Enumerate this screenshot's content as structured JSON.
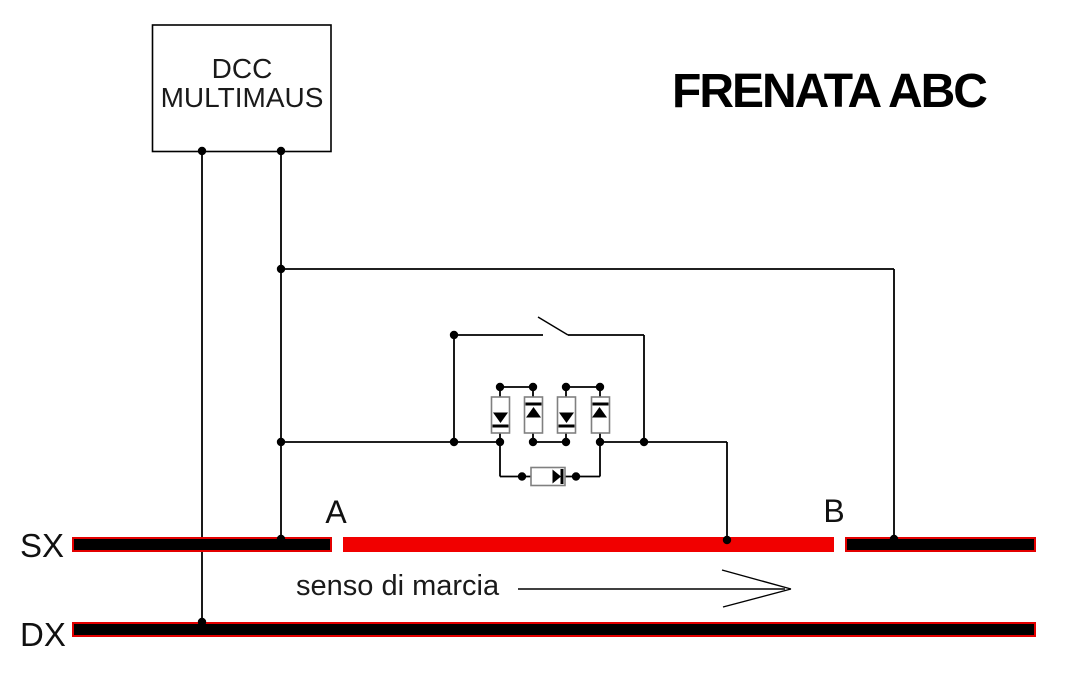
{
  "title": "FRENATA ABC",
  "device_box": {
    "line1": "DCC",
    "line2": "MULTIMAUS"
  },
  "rails": {
    "sx_label": "SX",
    "dx_label": "DX",
    "section_start_label": "A",
    "section_end_label": "B"
  },
  "direction_arrow": {
    "text": "senso di marcia"
  },
  "colors": {
    "wire": "#000000",
    "rail_fill": "#000000",
    "rail_outline": "#e30000",
    "brake_section": "#f10000",
    "diode_body_outline": "#808080",
    "background": "#ffffff"
  }
}
